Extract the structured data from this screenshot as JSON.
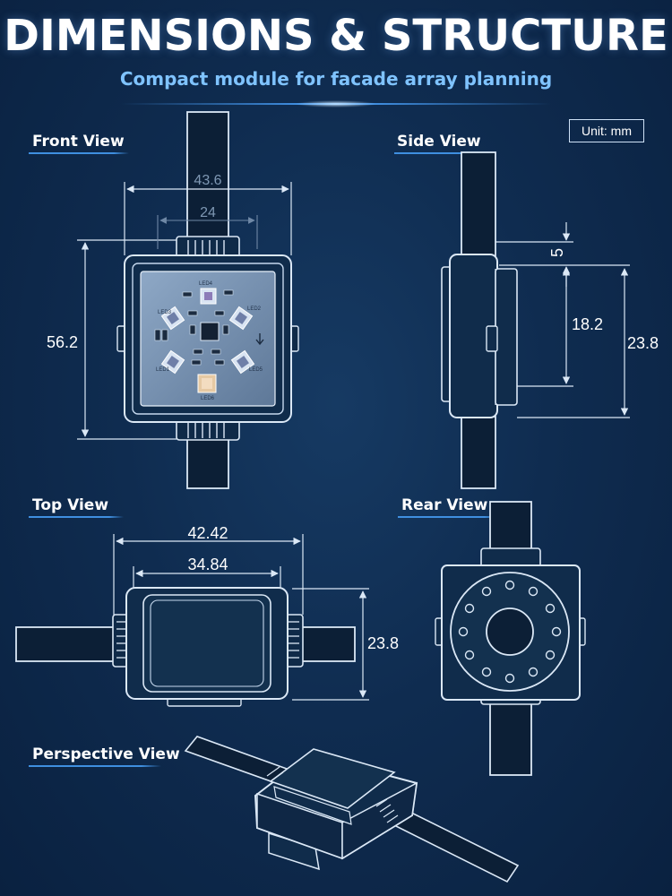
{
  "header": {
    "title": "DIMENSIONS & STRUCTURE",
    "subtitle": "Compact module for facade array planning"
  },
  "unit_label": "Unit: mm",
  "views": {
    "front": {
      "label": "Front View",
      "width_outer": "43.6",
      "width_inner": "24",
      "height": "56.2"
    },
    "side": {
      "label": "Side View",
      "offset": "5",
      "inner_height": "18.2",
      "outer_height": "23.8"
    },
    "top": {
      "label": "Top View",
      "width_outer": "42.42",
      "width_inner": "34.84",
      "height": "23.8"
    },
    "rear": {
      "label": "Rear View"
    },
    "perspective": {
      "label": "Perspective View"
    }
  },
  "pcb": {
    "led_labels": [
      "LED4",
      "LED3",
      "LED2",
      "LED1",
      "LED5",
      "LED6"
    ]
  },
  "colors": {
    "background": "#0f2c50",
    "line": "#dbe8f6",
    "accent": "#7fc3ff",
    "cable": "#0c1f36"
  }
}
